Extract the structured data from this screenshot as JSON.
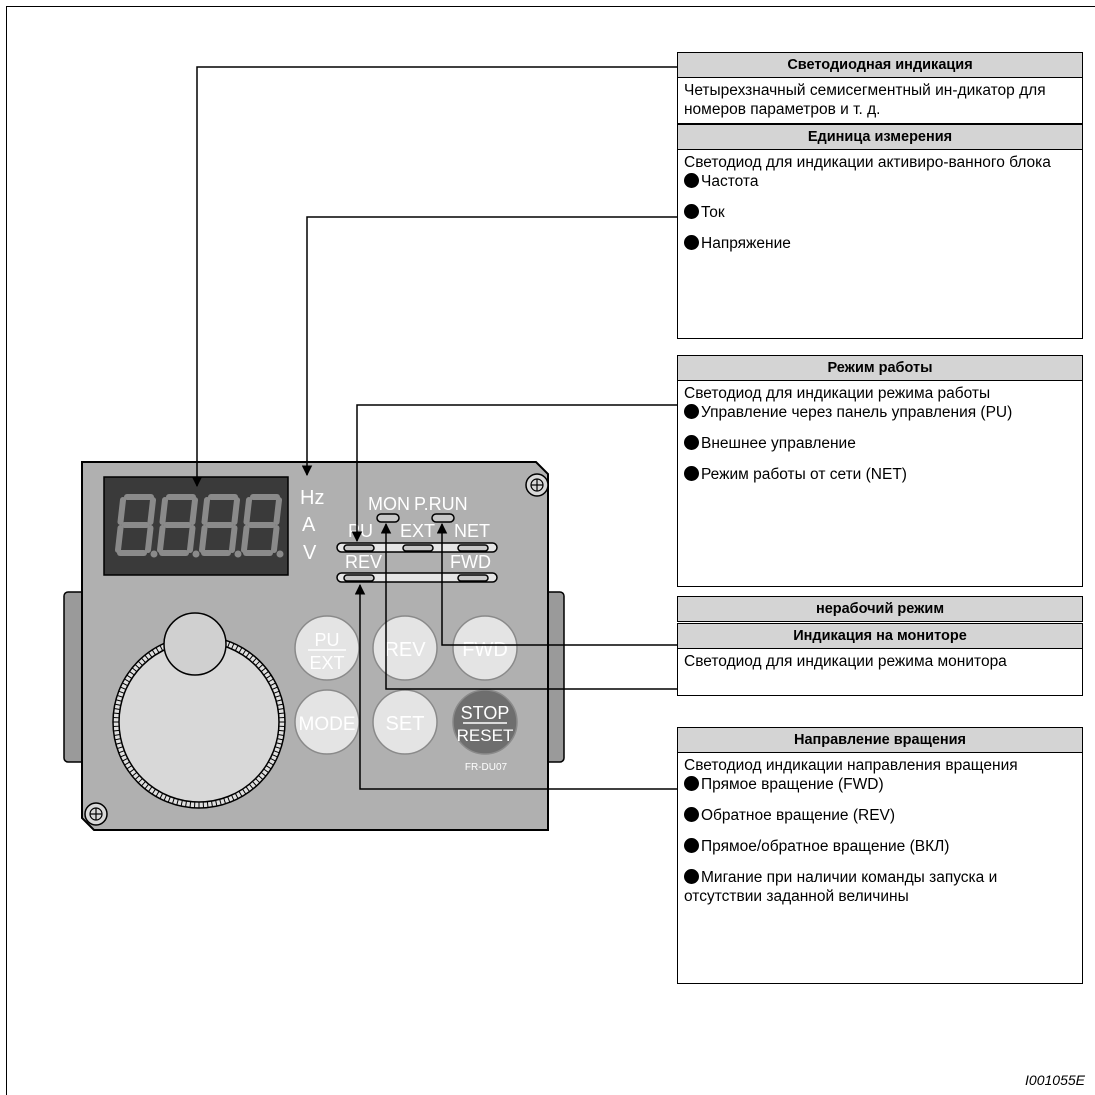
{
  "panel": {
    "units": [
      "Hz",
      "A",
      "V"
    ],
    "led_top": [
      "MON",
      "P.RUN"
    ],
    "led_row1": [
      "PU",
      "EXT",
      "NET"
    ],
    "led_row2": [
      "REV",
      "FWD"
    ],
    "buttons": {
      "pu_ext_top": "PU",
      "pu_ext_bottom": "EXT",
      "rev": "REV",
      "fwd": "FWD",
      "mode": "MODE",
      "set": "SET",
      "stop": "STOP",
      "reset": "RESET"
    },
    "model": "FR-DU07",
    "display_digits": "8.8.8.8."
  },
  "boxes": {
    "led_display": {
      "title": "Светодиодная индикация",
      "text": "Четырехзначный семисегментный ин-дикатор для номеров параметров и т. д."
    },
    "unit": {
      "title": "Единица измерения",
      "text": "Светодиод для индикации активиро-ванного блока",
      "items": [
        "Частота",
        "Ток",
        "Напряжение"
      ]
    },
    "operation_mode": {
      "title": "Режим работы",
      "text": "Светодиод для индикации режима работы",
      "items": [
        "Управление через панель управления (PU)",
        "Внешнее управление",
        "Режим работы от сети (NET)"
      ]
    },
    "idle_mode": {
      "title": "нерабочий режим"
    },
    "monitor": {
      "title": "Индикация на мониторе",
      "text": "Светодиод для индикации режима монитора"
    },
    "rotation": {
      "title": "Направление вращения",
      "text": "Светодиод индикации направления вращения",
      "items": [
        "Прямое вращение (FWD)",
        "Обратное вращение (REV)",
        "Прямое/обратное вращение (ВКЛ)",
        "Мигание при наличии команды запуска и отсутствии заданной величины"
      ]
    }
  },
  "image_id": "I001055E"
}
